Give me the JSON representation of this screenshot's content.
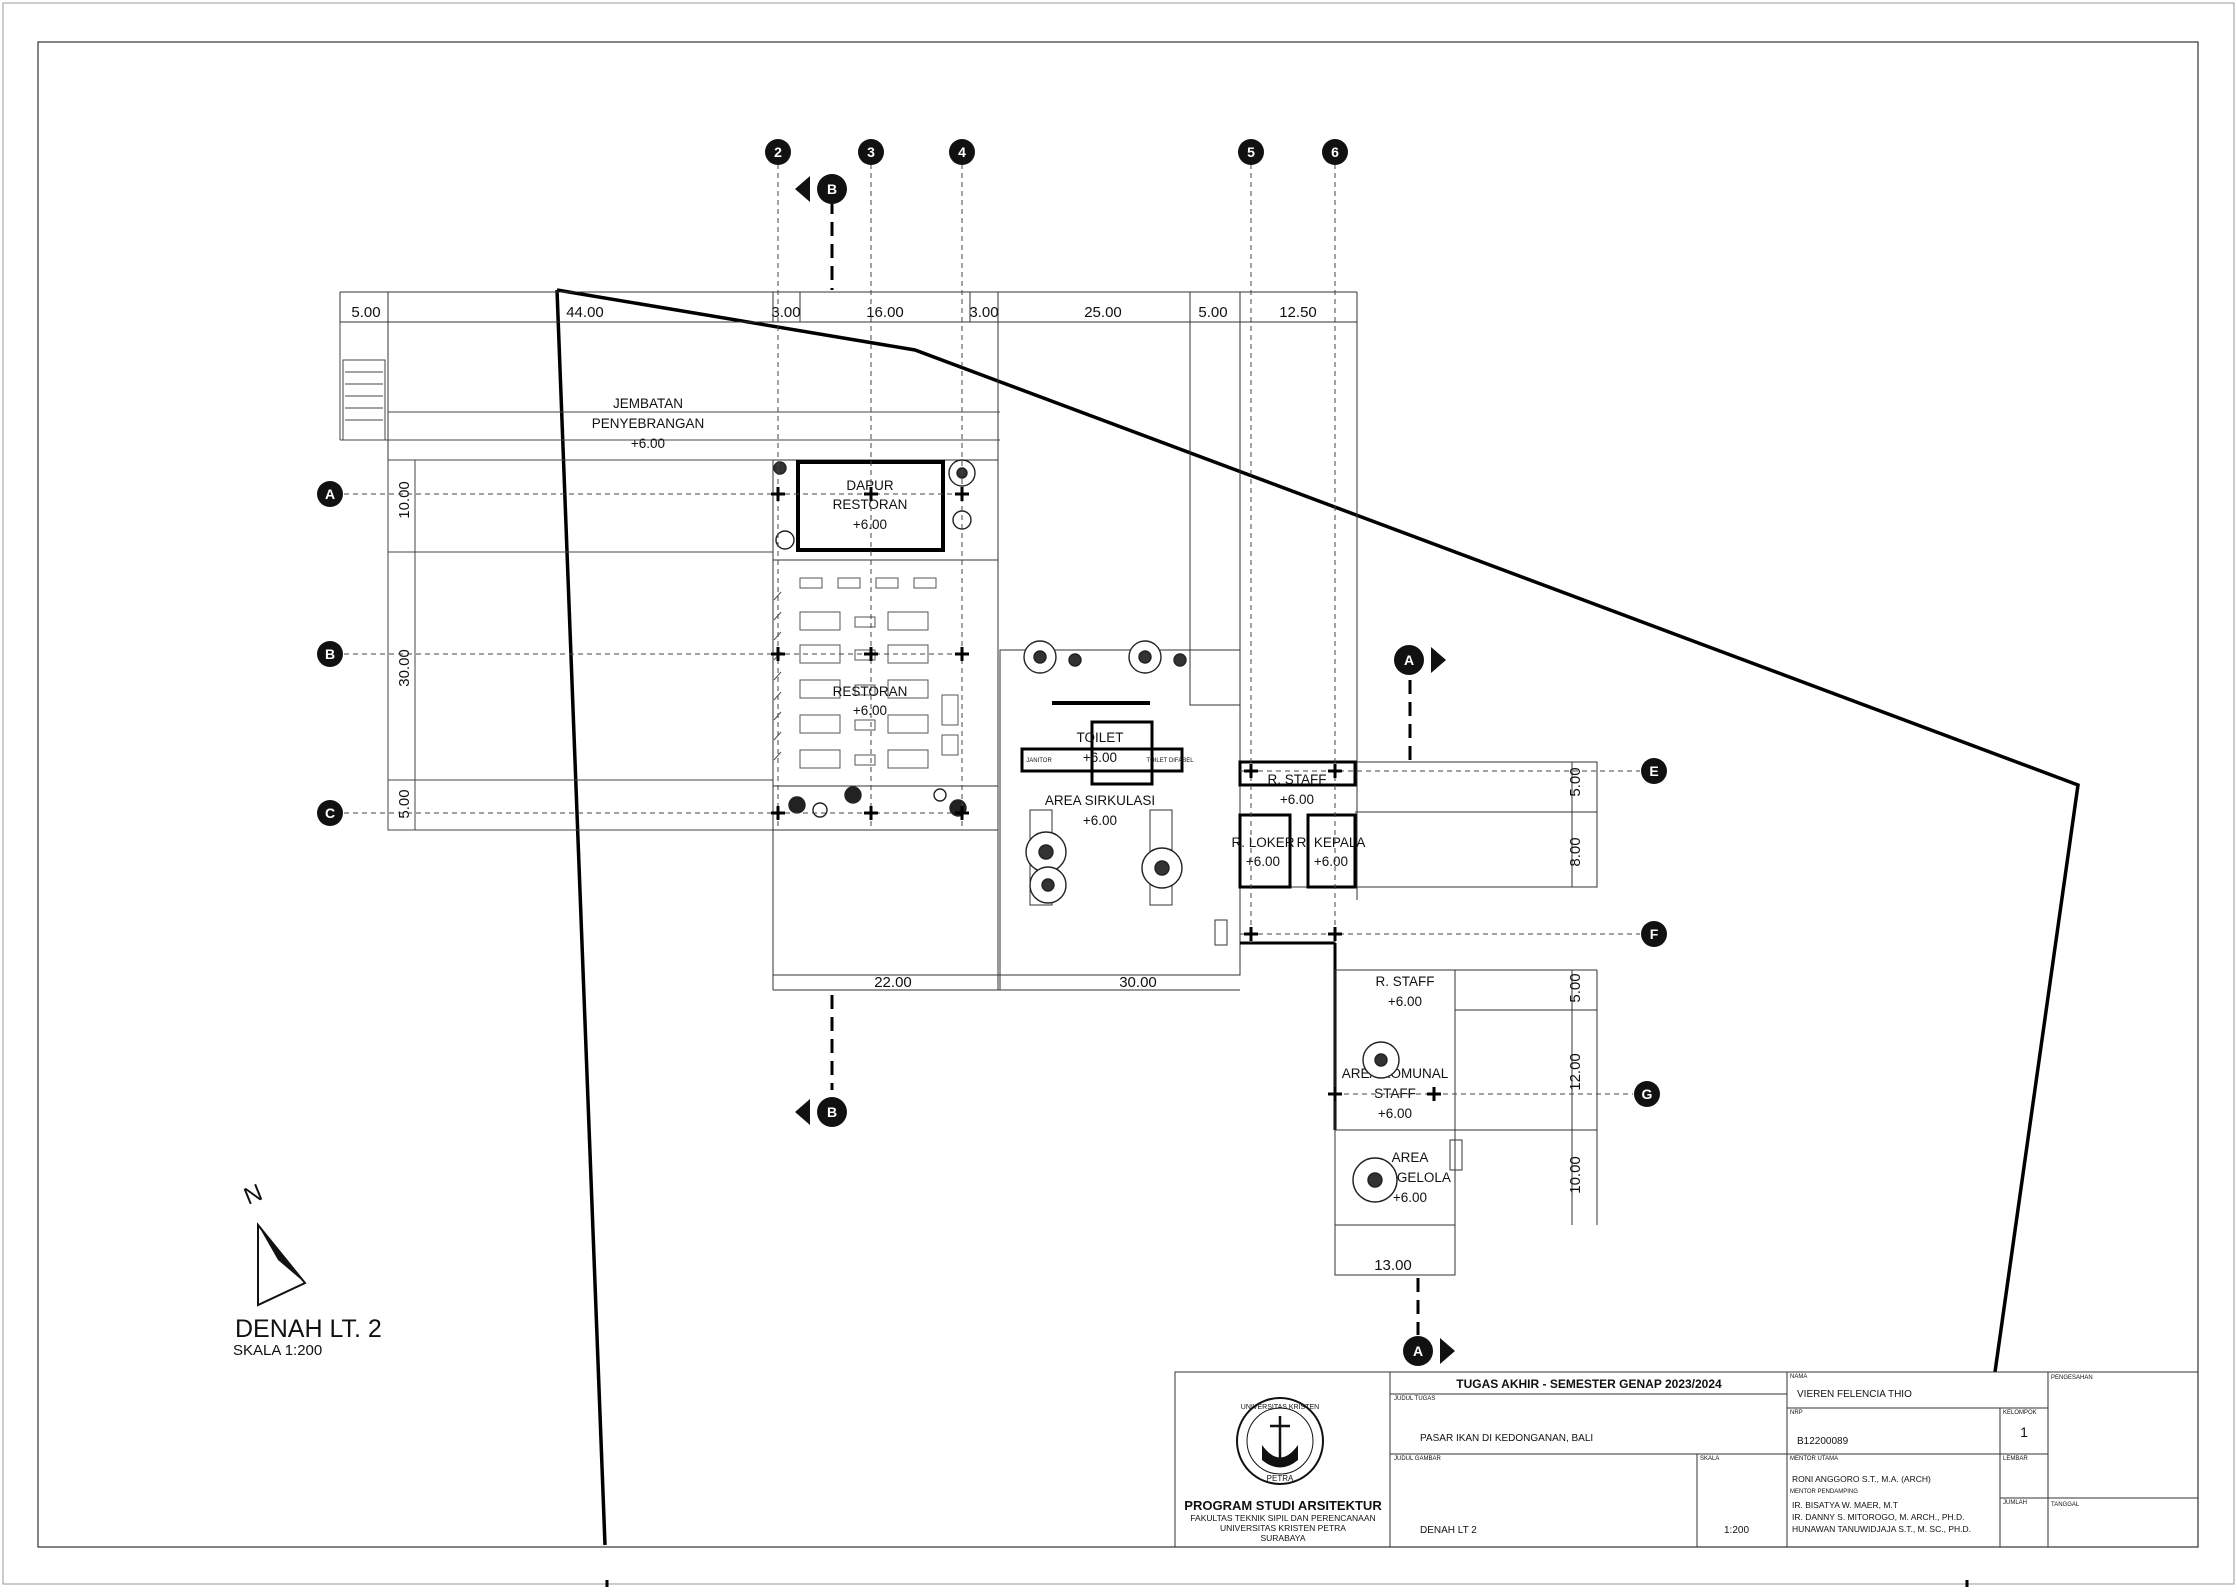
{
  "plan": {
    "top_dims": [
      "5.00",
      "44.00",
      "3.00",
      "16.00",
      "3.00",
      "25.00",
      "5.00",
      "12.50"
    ],
    "bottom_dims": [
      "22.00",
      "30.00"
    ],
    "bottom_dim_wing": "13.00",
    "left_dims": [
      "10.00",
      "30.00",
      "5.00"
    ],
    "right_dims": [
      "5.00",
      "8.00",
      "5.00",
      "12.00",
      "10.00"
    ],
    "grid_numbers": [
      "2",
      "3",
      "4",
      "5",
      "6"
    ],
    "grid_letters": [
      "A",
      "B",
      "C",
      "E",
      "F",
      "G"
    ],
    "section_b": "B",
    "section_a": "A",
    "rooms": {
      "jembatan": [
        "JEMBATAN",
        "PENYEBRANGAN",
        "+6.00"
      ],
      "dapur": [
        "DAPUR",
        "RESTORAN",
        "+6.00"
      ],
      "restoran": [
        "RESTORAN",
        "+6.00"
      ],
      "toilet": [
        "TOILET",
        "+6.00"
      ],
      "sirkulasi": [
        "AREA SIRKULASI",
        "+6.00"
      ],
      "staff1": [
        "R. STAFF",
        "+6.00"
      ],
      "loker": [
        "R. LOKER",
        "+6.00"
      ],
      "kepala": [
        "R. KEPALA",
        "+6.00"
      ],
      "staff2": [
        "R. STAFF",
        "+6.00"
      ],
      "komunal": [
        "AREA KOMUNAL",
        "STAFF",
        "+6.00"
      ],
      "pengelola": [
        "AREA",
        "PENGELOLA",
        "+6.00"
      ]
    },
    "toilet_small": [
      "JANITOR",
      "TOILET DIFABEL"
    ],
    "north": "N",
    "title": "DENAH LT. 2",
    "scale": "SKALA 1:200"
  },
  "titleblock": {
    "program": "PROGRAM STUDI ARSITEKTUR",
    "faculty": "FAKULTAS TEKNIK SIPIL DAN PERENCANAAN",
    "university": "UNIVERSITAS KRISTEN PETRA",
    "city": "SURABAYA",
    "seal_text": "UNIVERSITAS KRISTEN",
    "seal_text_bottom": "PETRA",
    "header": "TUGAS AKHIR - SEMESTER GENAP 2023/2024",
    "judul_tugas_label": "JUDUL TUGAS",
    "judul_tugas": "PASAR IKAN DI KEDONGANAN, BALI",
    "judul_gambar_label": "JUDUL GAMBAR",
    "judul_gambar": "DENAH LT 2",
    "skala_label": "SKALA",
    "skala": "1:200",
    "nama_label": "NAMA",
    "nama": "VIEREN FELENCIA THIO",
    "nrp_label": "NRP",
    "nrp": "B12200089",
    "kelompok_label": "KELOMPOK",
    "kelompok": "1",
    "mentor_utama_label": "MENTOR UTAMA",
    "mentor_utama": "RONI ANGGORO S.T., M.A. (ARCH)",
    "mentor_pendamping_label": "MENTOR PENDAMPING",
    "mentor_pendamping": [
      "IR. BISATYA W. MAER, M.T",
      "IR. DANNY S. MITOROGO, M. ARCH., PH.D.",
      "HUNAWAN TANUWIDJAJA S.T., M. SC., PH.D."
    ],
    "lembar_label": "LEMBAR",
    "jumlah_label": "JUMLAH",
    "tanggal_label": "TANGGAL",
    "pengesahan_label": "PENGESAHAN"
  }
}
